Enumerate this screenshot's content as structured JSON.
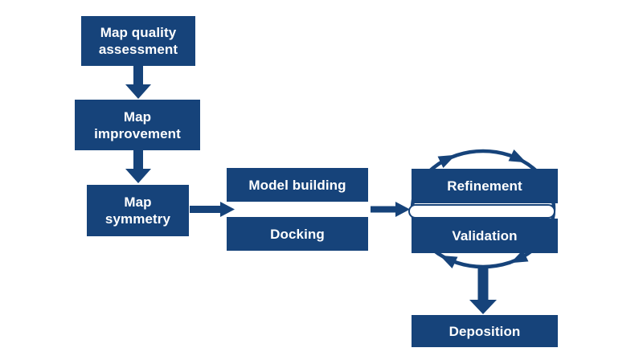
{
  "colors": {
    "background": "#ffffff",
    "box_fill": "#16437a",
    "box_text": "#ffffff",
    "arrow": "#16437a"
  },
  "nodes": {
    "map_quality": {
      "lines": [
        "Map quality",
        "assessment"
      ]
    },
    "map_improvement": {
      "lines": [
        "Map",
        "improvement"
      ]
    },
    "map_symmetry": {
      "lines": [
        "Map",
        "symmetry"
      ]
    },
    "model_building": {
      "lines": [
        "Model building"
      ]
    },
    "docking": {
      "lines": [
        "Docking"
      ]
    },
    "refinement": {
      "lines": [
        "Refinement"
      ]
    },
    "validation": {
      "lines": [
        "Validation"
      ]
    },
    "deposition": {
      "lines": [
        "Deposition"
      ]
    }
  }
}
